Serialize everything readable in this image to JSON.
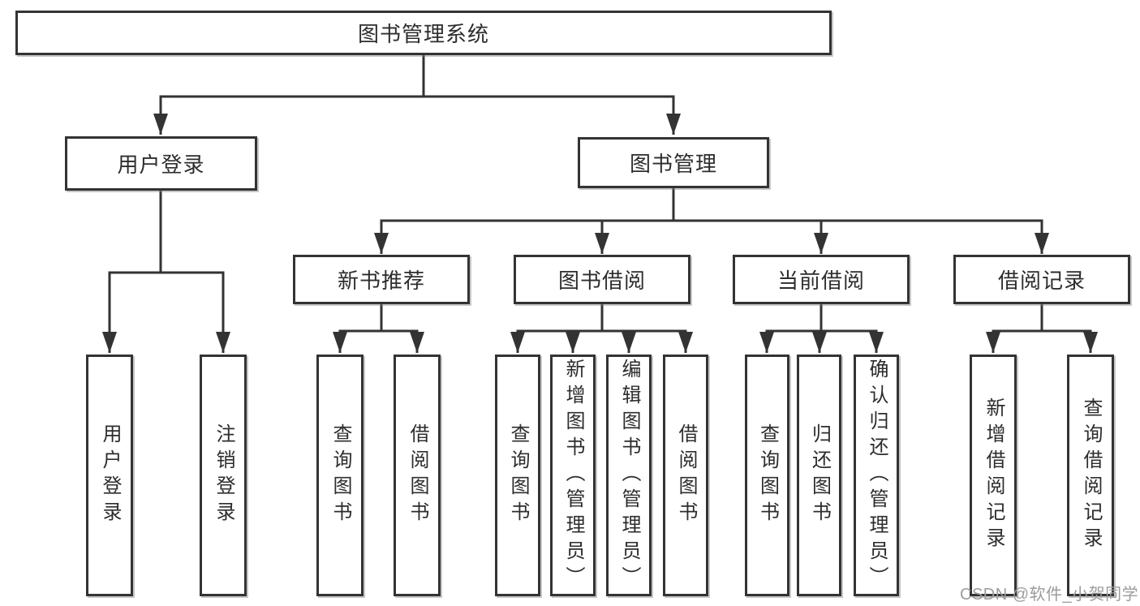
{
  "tree": {
    "root": {
      "label": "图书管理系统"
    },
    "branches": [
      {
        "label": "用户登录",
        "children": [
          {
            "label": "用户登录"
          },
          {
            "label": "注销登录"
          }
        ]
      },
      {
        "label": "图书管理",
        "children": [
          {
            "label": "新书推荐",
            "children": [
              {
                "label": "查询图书"
              },
              {
                "label": "借阅图书"
              }
            ]
          },
          {
            "label": "图书借阅",
            "children": [
              {
                "label": "查询图书"
              },
              {
                "label": "新增图书（管理员）"
              },
              {
                "label": "编辑图书（管理员）"
              },
              {
                "label": "借阅图书"
              }
            ]
          },
          {
            "label": "当前借阅",
            "children": [
              {
                "label": "查询图书"
              },
              {
                "label": "归还图书"
              },
              {
                "label": "确认归还（管理员）"
              }
            ]
          },
          {
            "label": "借阅记录",
            "children": [
              {
                "label": "新增借阅记录"
              },
              {
                "label": "查询借阅记录"
              }
            ]
          }
        ]
      }
    ]
  },
  "watermark": {
    "text": "CSDN @软件_小贺同学"
  },
  "colors": {
    "line": "#333333",
    "box_border": "#333333",
    "box_background": "#ffffff",
    "text": "#2d2d2d",
    "watermark": "#9c9c9c"
  }
}
